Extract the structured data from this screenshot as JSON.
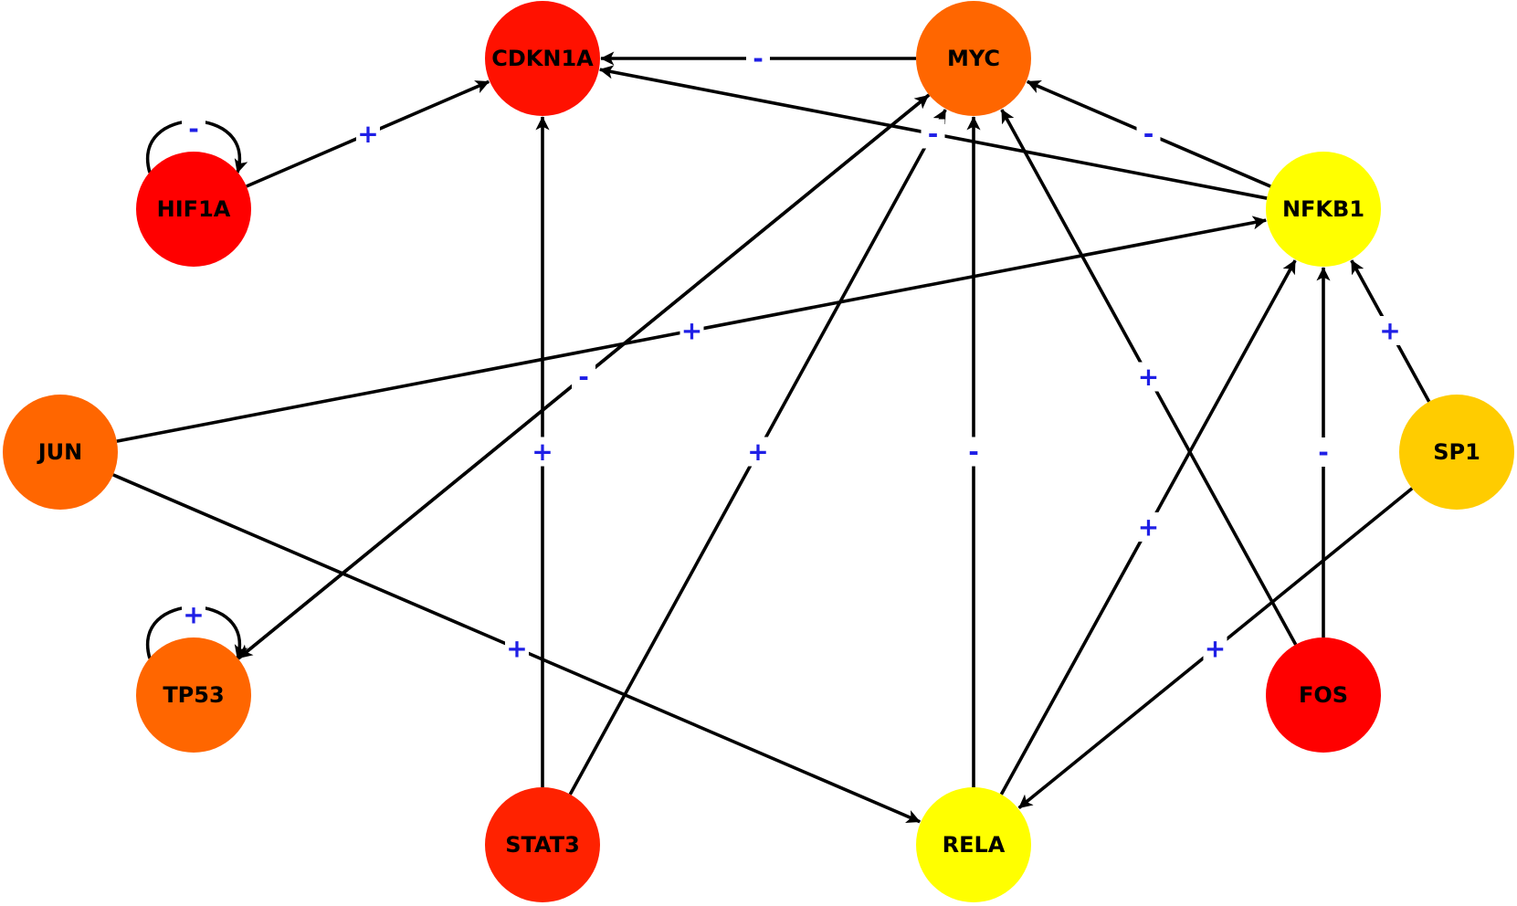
{
  "colors": {
    "edge": "#000000",
    "sign": "#1f1fe6",
    "background": "#ffffff"
  },
  "nodes": [
    {
      "id": "CDKN1A",
      "label": "CDKN1A",
      "color": "#ff1100"
    },
    {
      "id": "MYC",
      "label": "MYC",
      "color": "#ff6600"
    },
    {
      "id": "HIF1A",
      "label": "HIF1A",
      "color": "#ff0000"
    },
    {
      "id": "NFKB1",
      "label": "NFKB1",
      "color": "#ffff00"
    },
    {
      "id": "JUN",
      "label": "JUN",
      "color": "#ff6600"
    },
    {
      "id": "SP1",
      "label": "SP1",
      "color": "#ffcc00"
    },
    {
      "id": "TP53",
      "label": "TP53",
      "color": "#ff6600"
    },
    {
      "id": "FOS",
      "label": "FOS",
      "color": "#ff0000"
    },
    {
      "id": "STAT3",
      "label": "STAT3",
      "color": "#ff2200"
    },
    {
      "id": "RELA",
      "label": "RELA",
      "color": "#ffff00"
    }
  ],
  "edges": [
    {
      "source": "MYC",
      "target": "CDKN1A",
      "sign": "-"
    },
    {
      "source": "NFKB1",
      "target": "CDKN1A",
      "sign": "-"
    },
    {
      "source": "HIF1A",
      "target": "CDKN1A",
      "sign": "+"
    },
    {
      "source": "STAT3",
      "target": "CDKN1A",
      "sign": "+"
    },
    {
      "source": "HIF1A",
      "target": "HIF1A",
      "sign": "-"
    },
    {
      "source": "NFKB1",
      "target": "MYC",
      "sign": "-"
    },
    {
      "source": "TP53",
      "target": "MYC",
      "sign": "-"
    },
    {
      "source": "STAT3",
      "target": "MYC",
      "sign": "+"
    },
    {
      "source": "RELA",
      "target": "MYC",
      "sign": "-"
    },
    {
      "source": "FOS",
      "target": "MYC",
      "sign": "+"
    },
    {
      "source": "MYC",
      "target": "TP53",
      "sign": "-"
    },
    {
      "source": "JUN",
      "target": "NFKB1",
      "sign": "+"
    },
    {
      "source": "SP1",
      "target": "NFKB1",
      "sign": "+"
    },
    {
      "source": "RELA",
      "target": "NFKB1",
      "sign": "+"
    },
    {
      "source": "FOS",
      "target": "NFKB1",
      "sign": "-"
    },
    {
      "source": "JUN",
      "target": "RELA",
      "sign": "+"
    },
    {
      "source": "SP1",
      "target": "RELA",
      "sign": "+"
    },
    {
      "source": "TP53",
      "target": "TP53",
      "sign": "+"
    }
  ]
}
